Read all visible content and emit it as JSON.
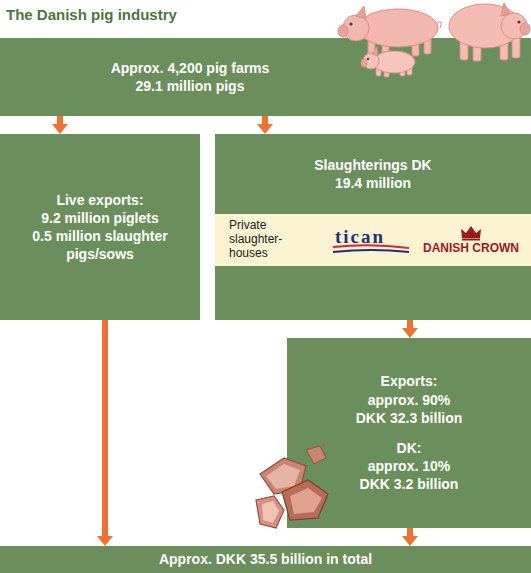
{
  "diagram": {
    "title": "The Danish pig industry",
    "nodes": [
      {
        "text": [
          "Approx. 4,200 pig farms",
          "29.1 million pigs"
        ]
      },
      {
        "text": [
          "Live exports:",
          "9.2 million piglets",
          "0.5 million slaughter pigs/sows"
        ]
      },
      {
        "text": [
          "Slaughterings DK",
          "19.4 million"
        ]
      },
      {
        "text": [
          "Private slaughter-houses",
          "tican",
          "DANISH CROWN"
        ],
        "in": 2
      },
      {
        "text": [
          "Exports:",
          "approx. 90%",
          "DKK 32.3 billion",
          "DK:",
          "approx. 10%",
          "DKK 3.2 billion"
        ]
      },
      {
        "text": [
          "Approx. DKK 35.5 billion in total"
        ]
      }
    ],
    "edges": [
      {
        "from": 0,
        "to": 1,
        "arrow": "to"
      },
      {
        "from": 0,
        "to": 2,
        "arrow": "to"
      },
      {
        "from": 2,
        "to": 4,
        "arrow": "to"
      },
      {
        "from": 1,
        "to": 5,
        "arrow": "to"
      },
      {
        "from": 4,
        "to": 5,
        "arrow": "to"
      }
    ]
  }
}
